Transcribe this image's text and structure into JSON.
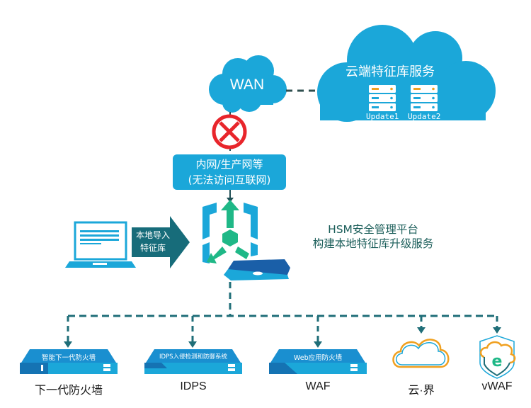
{
  "wan": {
    "label": "WAN"
  },
  "cloud_service": {
    "title": "云端特征库服务",
    "servers": [
      {
        "label": "Update1"
      },
      {
        "label": "Update2"
      }
    ]
  },
  "blocked": {
    "icon": "blocked-icon"
  },
  "intranet": {
    "line1": "内网/生产网等",
    "line2": "(无法访问互联网)"
  },
  "local_import": {
    "line1": "本地导入",
    "line2": "特征库"
  },
  "hsm": {
    "line1": "HSM安全管理平台",
    "line2": "构建本地特征库升级服务"
  },
  "devices": [
    {
      "label": "下一代防火墙",
      "panel_text": "智能下一代防火墙",
      "icon": "firewall-appliance-icon"
    },
    {
      "label": "IDPS",
      "panel_text": "IDPS入侵检测和防御系统",
      "icon": "idps-appliance-icon"
    },
    {
      "label": "WAF",
      "panel_text": "Web应用防火墙",
      "icon": "waf-appliance-icon"
    },
    {
      "label": "云·界",
      "icon": "cloud-outline-icon"
    },
    {
      "label": "vWAF",
      "icon": "vwaf-shield-icon"
    }
  ],
  "colors": {
    "cloud_blue": "#1ba7d9",
    "dash_teal": "#1f6e78",
    "green": "#1fb887",
    "blocked_red": "#e8252b",
    "orange": "#f0a020"
  }
}
